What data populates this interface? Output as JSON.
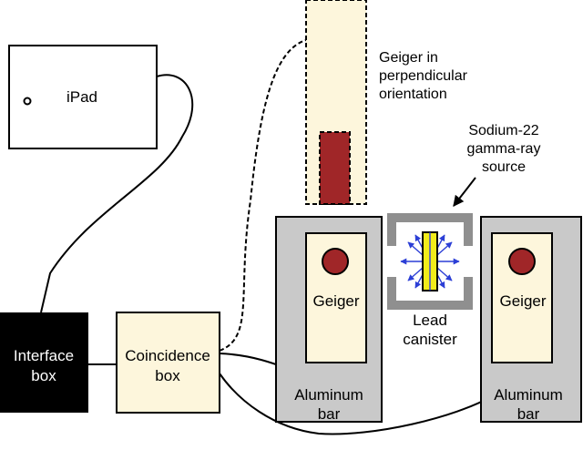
{
  "labels": {
    "ipad": "iPad",
    "interface_box_line1": "Interface",
    "interface_box_line2": "box",
    "coincidence_box_line1": "Coincidence",
    "coincidence_box_line2": "box",
    "geiger_left": "Geiger",
    "geiger_right": "Geiger",
    "aluminum_left_line1": "Aluminum",
    "aluminum_left_line2": "bar",
    "aluminum_right_line1": "Aluminum",
    "aluminum_right_line2": "bar",
    "lead_line1": "Lead",
    "lead_line2": "canister",
    "source_line1": "Sodium-22",
    "source_line2": "gamma-ray",
    "source_line3": "source",
    "perp_line1": "Geiger in",
    "perp_line2": "perpendicular",
    "perp_line3": "orientation"
  },
  "colors": {
    "cream": "#fdf6dc",
    "aluminum": "#c9c9c9",
    "lead": "#8f8f8f",
    "tube_red": "#a02628",
    "source_yellow": "#f2ec1a",
    "gamma_arrows": "#2c3fd6",
    "interface_box": "#000000"
  }
}
